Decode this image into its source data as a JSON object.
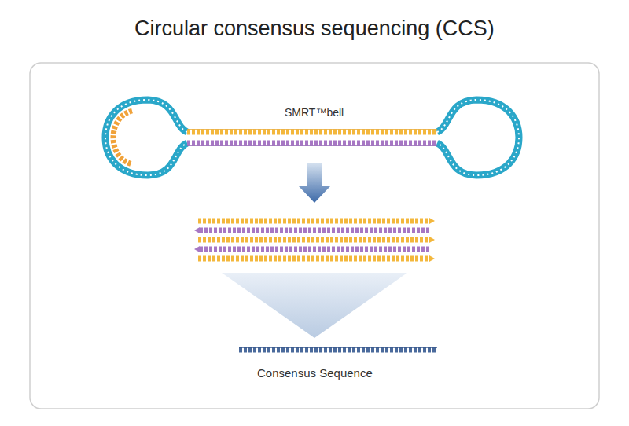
{
  "diagram": {
    "title": "Circular consensus sequencing (CCS)",
    "labels": [
      "SMRT™bell",
      "Consensus Sequence"
    ]
  }
}
